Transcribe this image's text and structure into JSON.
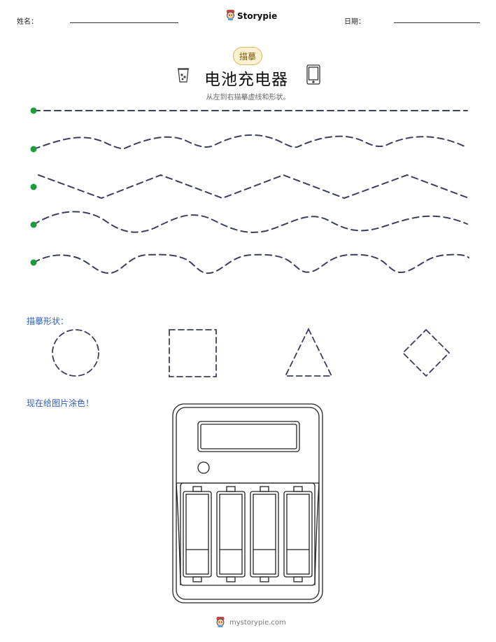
{
  "header": {
    "name_label": "姓名：",
    "date_label": "日期：",
    "brand": "Storypie"
  },
  "badge": "描摹",
  "title": "电池充电器",
  "subtitle": "从左到右描摹虚线和形状。",
  "icons": {
    "left": "jar-icon",
    "right": "tablet-icon",
    "logo": "storypie-mascot-icon"
  },
  "sections": {
    "shapes_label": "描摹形状：",
    "color_label": "现在给图片涂色！"
  },
  "footer": {
    "url": "mystorypie.com"
  },
  "colors": {
    "dot": "#1e9b3c",
    "dash": "#3a3f5c",
    "section": "#2f5fc4",
    "badge_bg": "#fbf0cf"
  }
}
